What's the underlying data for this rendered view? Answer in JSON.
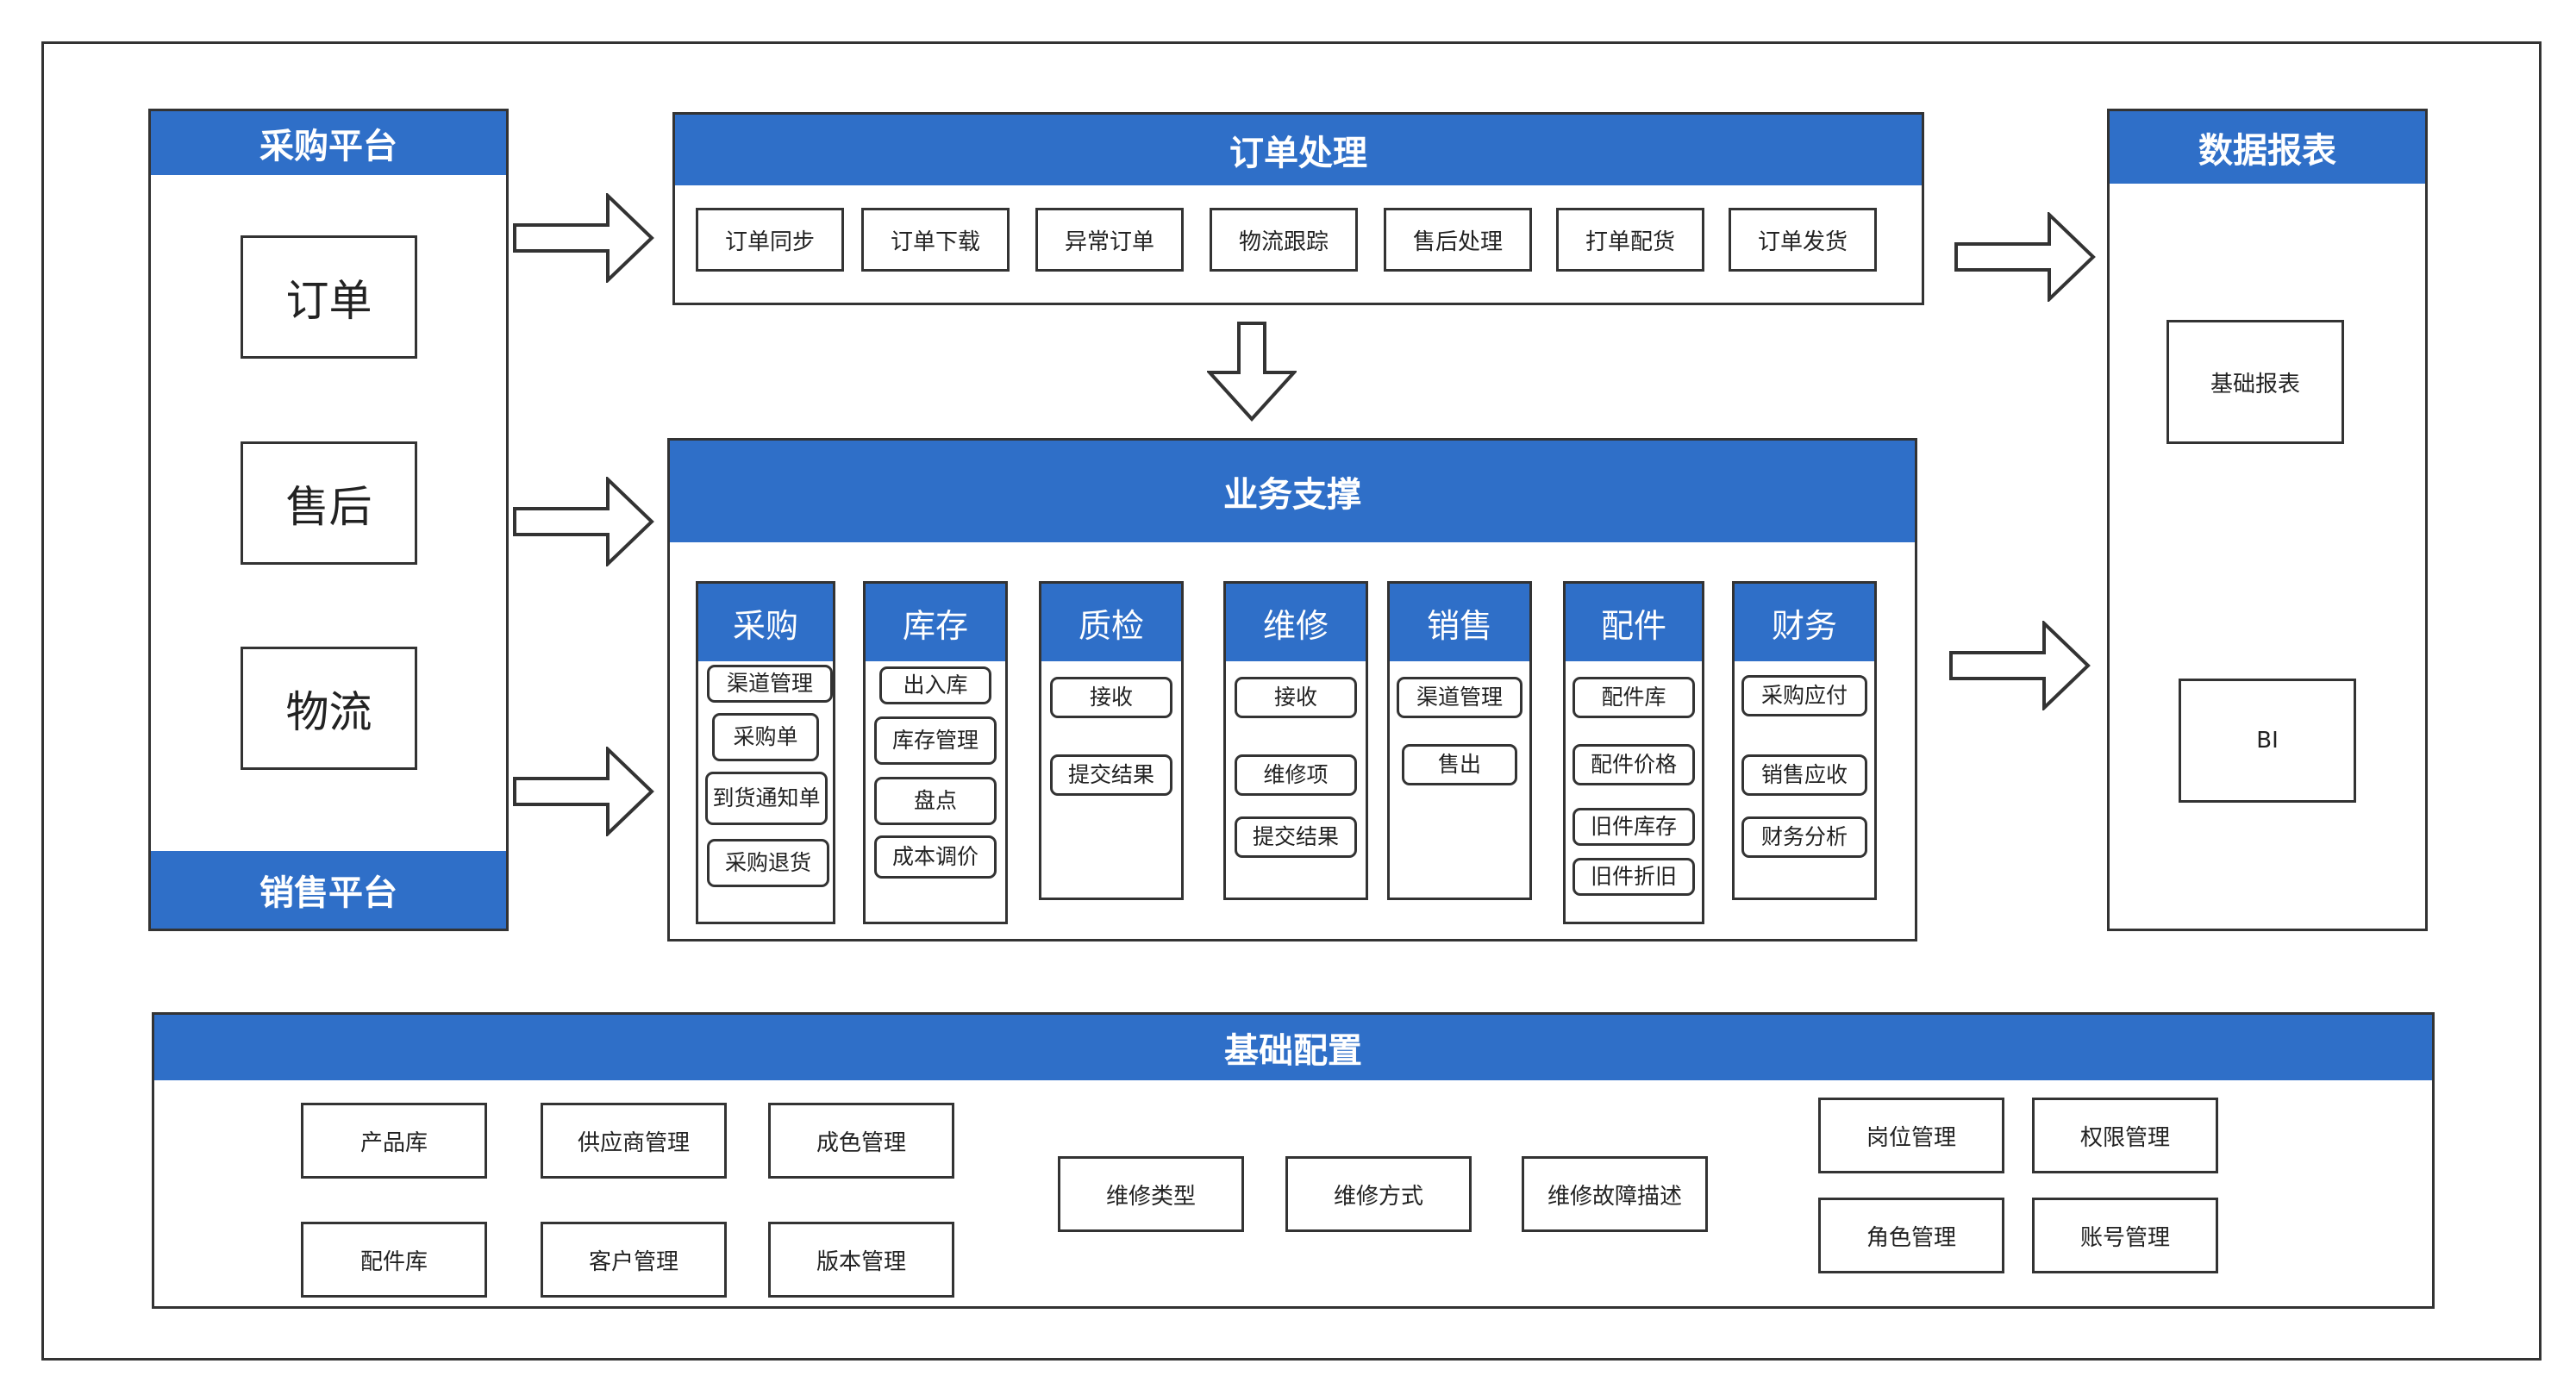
{
  "left_panel": {
    "top_title": "采购平台",
    "bottom_title": "销售平台",
    "items": [
      "订单",
      "售后",
      "物流"
    ]
  },
  "order": {
    "title": "订单处理",
    "items": [
      "订单同步",
      "订单下载",
      "异常订单",
      "物流跟踪",
      "售后处理",
      "打单配货",
      "订单发货"
    ]
  },
  "business": {
    "title": "业务支撑",
    "columns": [
      {
        "title": "采购",
        "items": [
          "渠道管理",
          "采购单",
          "到货通知单",
          "采购退货"
        ]
      },
      {
        "title": "库存",
        "items": [
          "出入库",
          "库存管理",
          "盘点",
          "成本调价"
        ]
      },
      {
        "title": "质检",
        "items": [
          "接收",
          "提交结果"
        ]
      },
      {
        "title": "维修",
        "items": [
          "接收",
          "维修项",
          "提交结果"
        ]
      },
      {
        "title": "销售",
        "items": [
          "渠道管理",
          "售出"
        ]
      },
      {
        "title": "配件",
        "items": [
          "配件库",
          "配件价格",
          "旧件库存",
          "旧件折旧"
        ]
      },
      {
        "title": "财务",
        "items": [
          "采购应付",
          "销售应收",
          "财务分析"
        ]
      }
    ]
  },
  "report": {
    "title": "数据报表",
    "items": [
      "基础报表",
      "BI"
    ]
  },
  "base": {
    "title": "基础配置",
    "items": [
      "产品库",
      "供应商管理",
      "成色管理",
      "配件库",
      "客户管理",
      "版本管理",
      "维修类型",
      "维修方式",
      "维修故障描述",
      "岗位管理",
      "权限管理",
      "角色管理",
      "账号管理"
    ]
  },
  "colors": {
    "accent": "#2f6fc8",
    "border": "#333333"
  }
}
